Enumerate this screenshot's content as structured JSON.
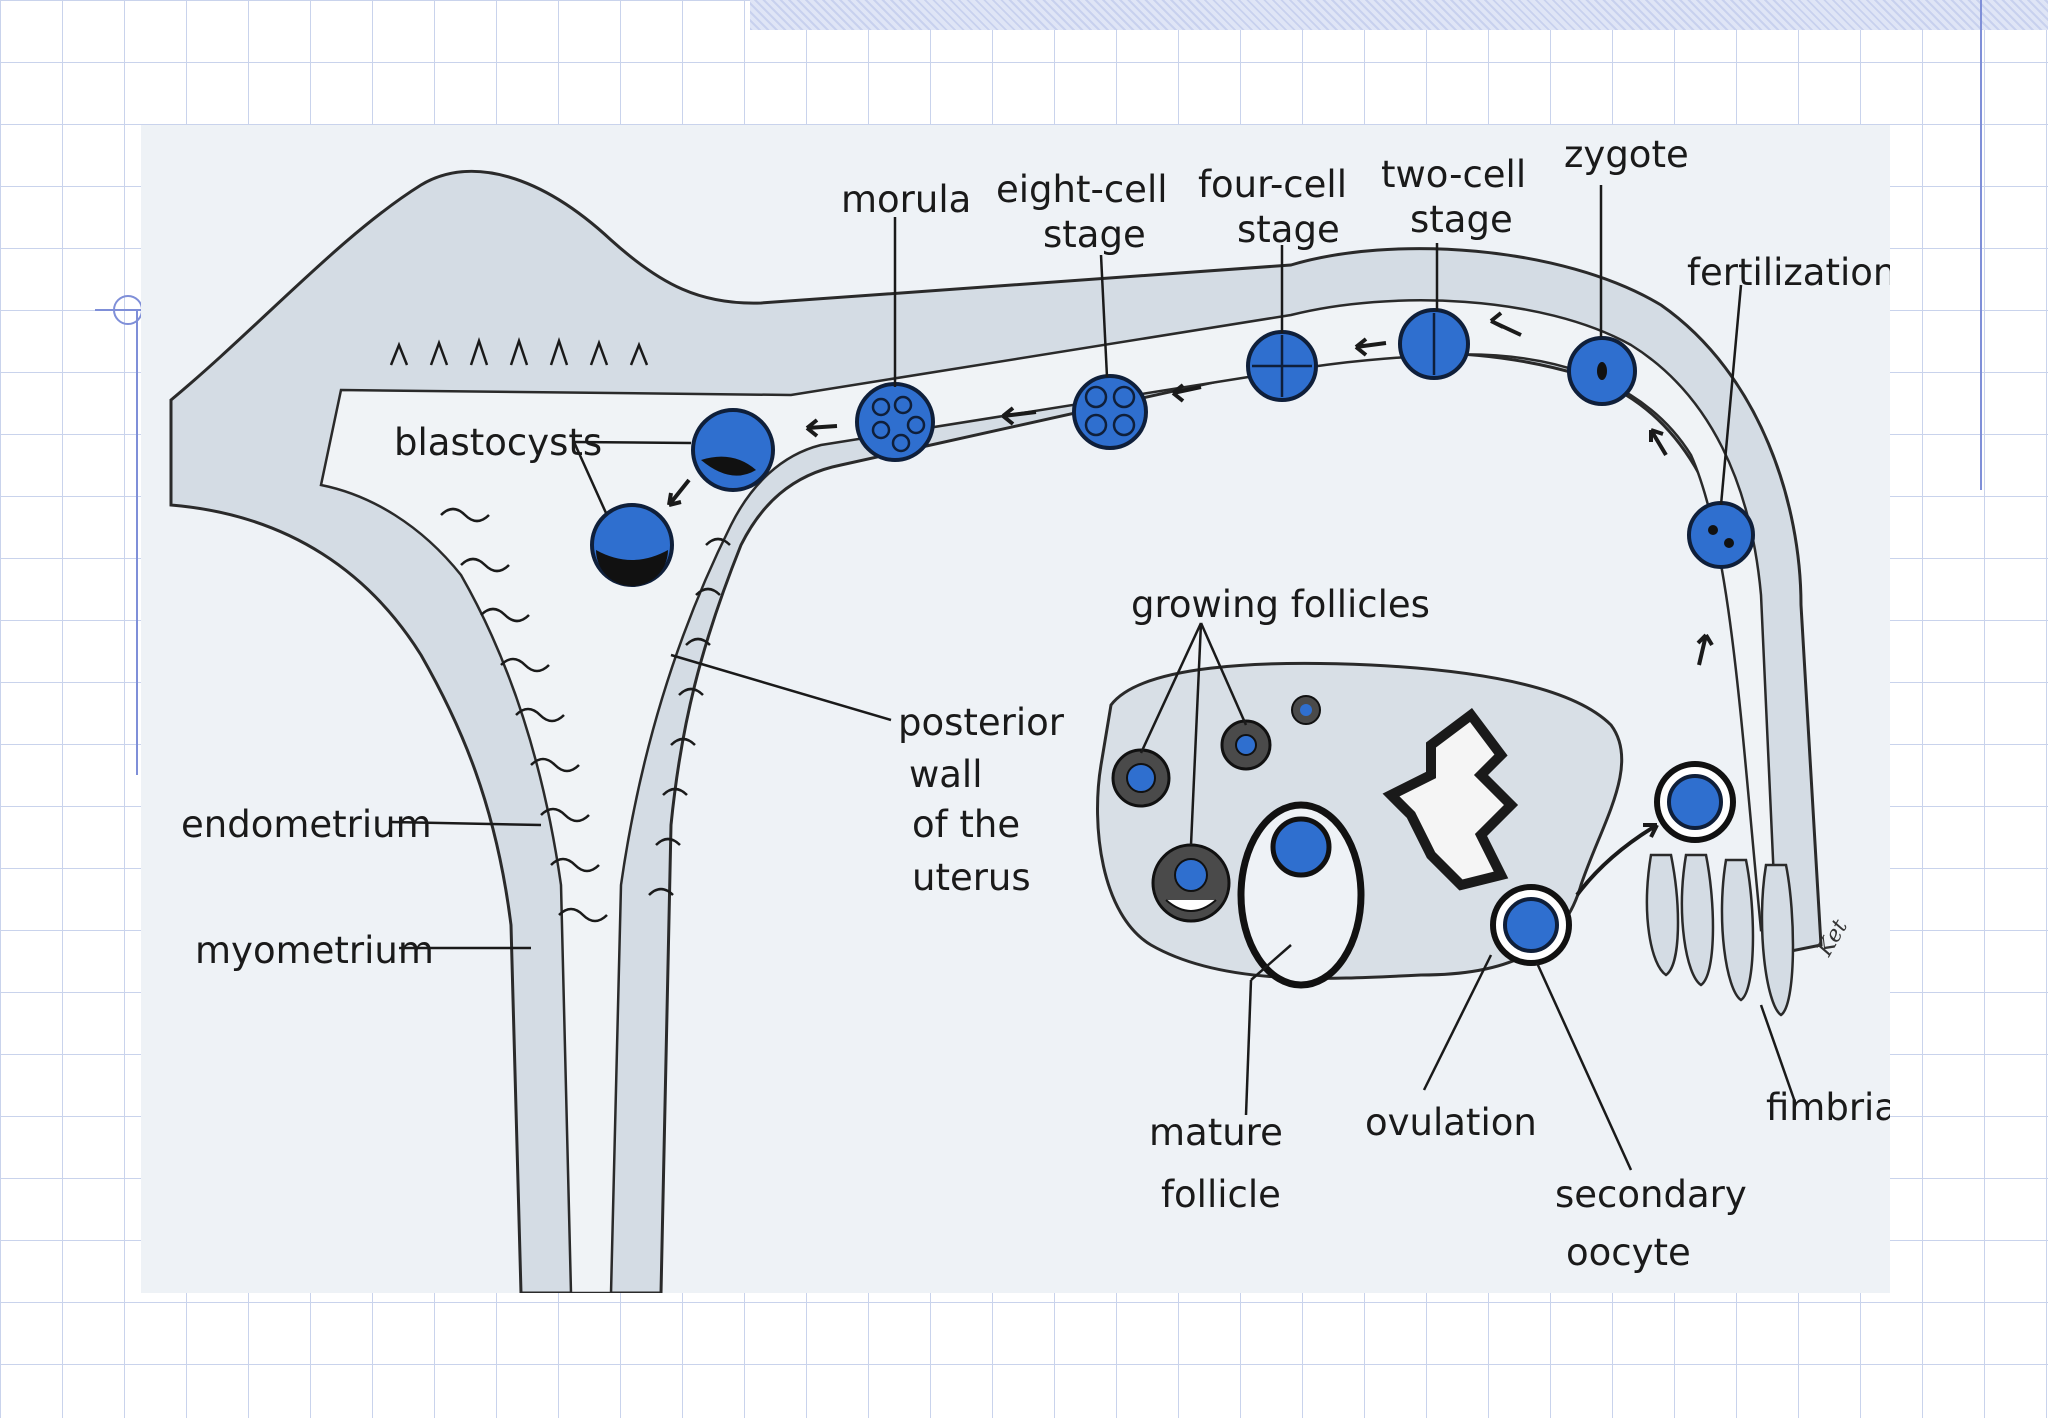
{
  "labels": {
    "morula": "morula",
    "eight_cell_1": "eight-cell",
    "eight_cell_2": "stage",
    "four_cell_1": "four-cell",
    "four_cell_2": "stage",
    "two_cell_1": "two-cell",
    "two_cell_2": "stage",
    "zygote": "zygote",
    "fertilization": "fertilization",
    "blastocysts": "blastocysts",
    "growing_follicles": "growing follicles",
    "posterior_1": "posterior",
    "posterior_2": "wall",
    "posterior_3": "of the",
    "posterior_4": "uterus",
    "endometrium": "endometrium",
    "myometrium": "myometrium",
    "mature_1": "mature",
    "mature_2": "follicle",
    "ovulation": "ovulation",
    "secondary_1": "secondary",
    "secondary_2": "oocyte",
    "fimbria": "fimbria",
    "artist_signature": "Ket"
  },
  "colors": {
    "cell_blue": "#2f6fcf",
    "panel_bg": "#eef2f6",
    "grid": "#c9d3ec",
    "accent_line": "#7f8fd8"
  }
}
